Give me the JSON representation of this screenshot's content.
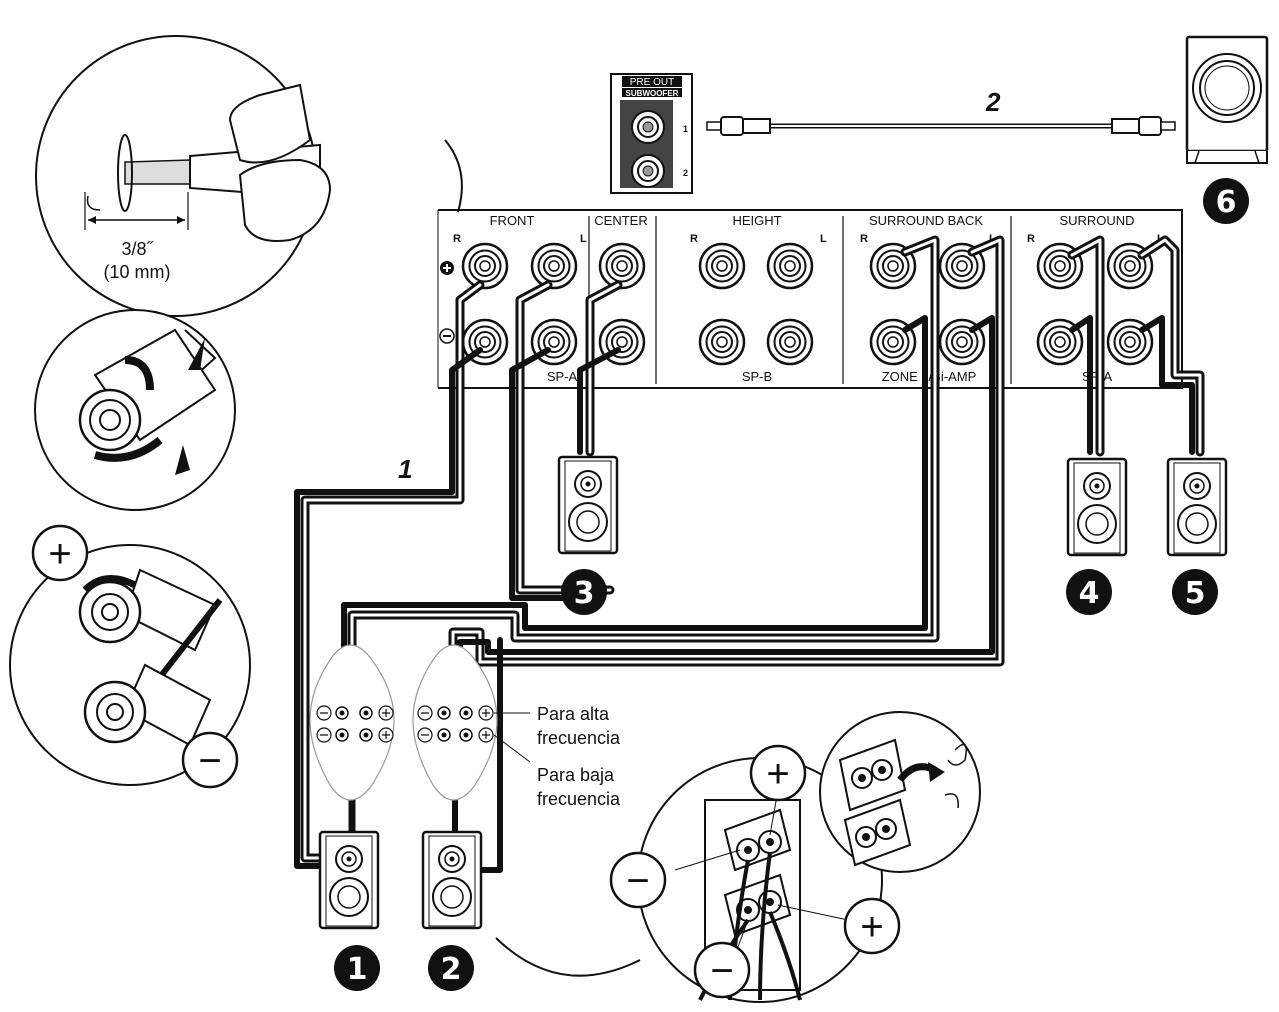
{
  "receiver": {
    "sections": {
      "front": "FRONT",
      "center": "CENTER",
      "height": "HEIGHT",
      "surround_back": "SURROUND BACK",
      "surround": "SURROUND"
    },
    "bottom_labels": {
      "sp_a_left": "SP-A",
      "sp_b": "SP-B",
      "zone2_biamp": "ZONE 2/Bi-AMP",
      "sp_a_right": "SP-A"
    },
    "channel_r": "R",
    "channel_l": "L",
    "plus_symbol": "+",
    "minus_symbol": "−"
  },
  "pre_out": {
    "title": "PRE OUT",
    "subtitle": "SUBWOOFER",
    "jack_1": "1",
    "jack_2": "2"
  },
  "wire_strip": {
    "length": "3/8˝",
    "length_mm": "(10 mm)"
  },
  "steps": {
    "step_1": "1",
    "step_2": "2"
  },
  "speakers": {
    "n1": "1",
    "n2": "2",
    "n3": "3",
    "n4": "4",
    "n5": "5",
    "n6": "6"
  },
  "annotations": {
    "high_freq_line1": "Para alta",
    "high_freq_line2": "frecuencia",
    "low_freq_line1": "Para baja",
    "low_freq_line2": "frecuencia"
  }
}
